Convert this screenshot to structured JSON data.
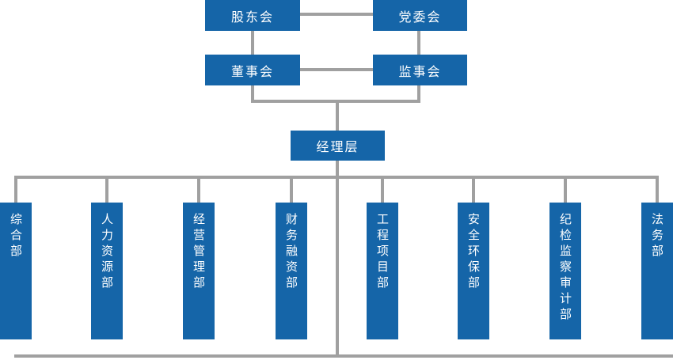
{
  "colors": {
    "box_blue": "#1565a8",
    "line_gray": "#a0a0a0",
    "text_white": "#ffffff",
    "background": "#ffffff"
  },
  "governance": {
    "shareholders": {
      "label": "股东会"
    },
    "party_committee": {
      "label": "党委会"
    },
    "board_of_directors": {
      "label": "董事会"
    },
    "supervisory_board": {
      "label": "监事会"
    },
    "management": {
      "label": "经理层"
    }
  },
  "departments": [
    {
      "label": "综合部"
    },
    {
      "label": "人力资源部"
    },
    {
      "label": "经营管理部"
    },
    {
      "label": "财务融资部"
    },
    {
      "label": "工程项目部"
    },
    {
      "label": "安全环保部"
    },
    {
      "label": "纪检监察审计部"
    },
    {
      "label": "法务部"
    }
  ]
}
